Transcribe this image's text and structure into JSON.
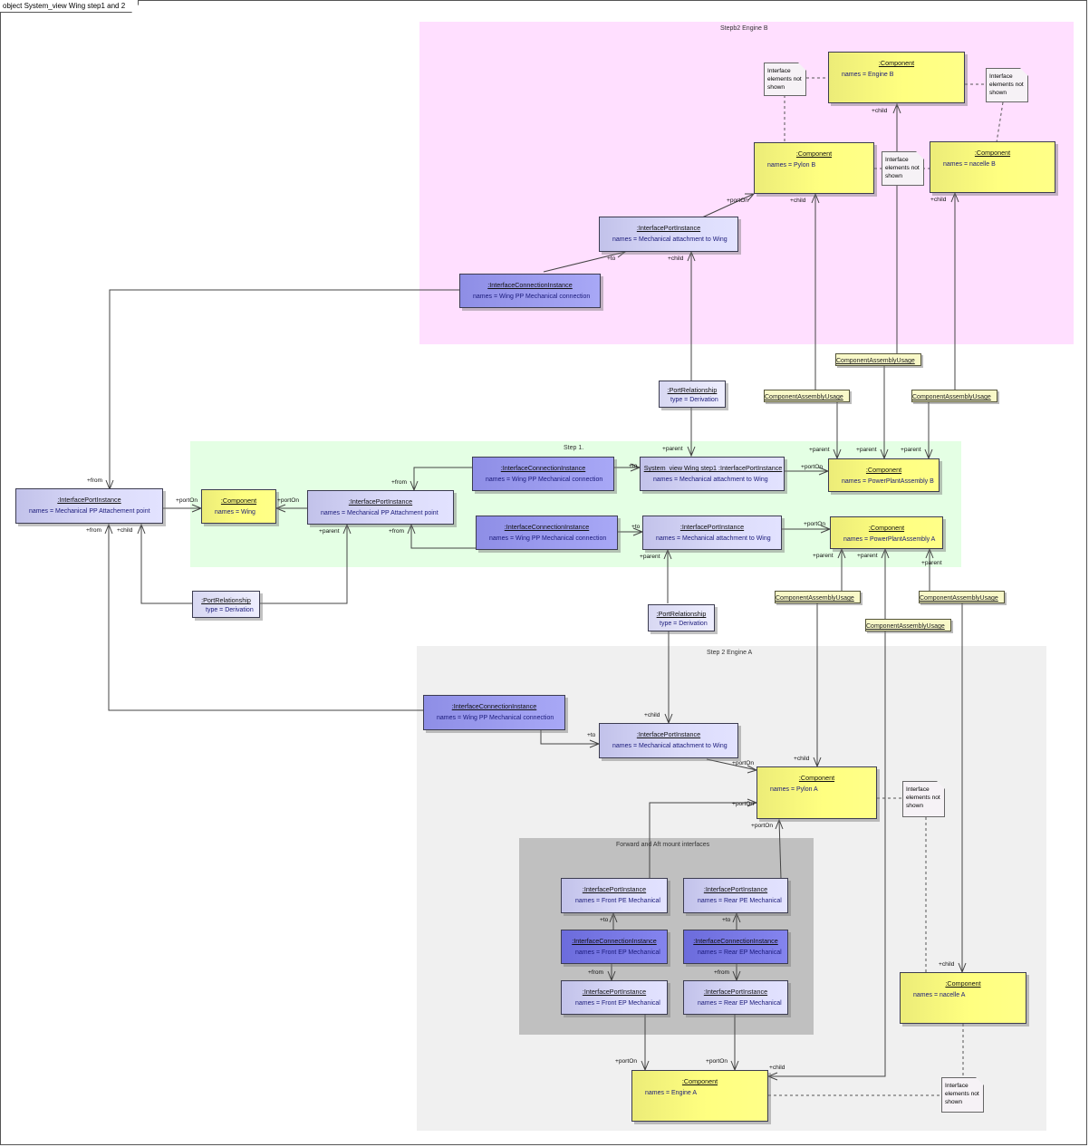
{
  "frame": {
    "title": "object System_view Wing step1 and 2"
  },
  "regions": {
    "engine_b": {
      "title": "Stepb2 Engine B",
      "color": "#ffdfff"
    },
    "step1": {
      "title": "Step 1.",
      "color": "#e4ffe4"
    },
    "engine_a": {
      "title": "Step 2 Engine A",
      "color": "#f0f0f0"
    },
    "mounts": {
      "title": "Forward and Aft mount interfaces",
      "color": "#c0c0c0"
    }
  },
  "nodes": {
    "comp_engine_b": {
      "title": ":Component",
      "attr": "names = Engine B"
    },
    "comp_pylon_b": {
      "title": ":Component",
      "attr": "names = Pylon B"
    },
    "comp_nacelle_b": {
      "title": ":Component",
      "attr": "names = nacelle B"
    },
    "port_mech_attach_b": {
      "title": ":InterfacePortInstance",
      "attr": "names = Mechanical attachment to Wing"
    },
    "conn_wing_pp_b": {
      "title": ":InterfaceConnectionInstance",
      "attr": "names = Wing PP Mechanical connection"
    },
    "rel_derivation_b": {
      "title": ":PortRelationship",
      "attr": "type = Derivation"
    },
    "port_mech_pp_left": {
      "title": ":InterfacePortInstance",
      "attr": "names = Mechanical PP Attachement point"
    },
    "comp_wing": {
      "title": ":Component",
      "attr": "names = Wing"
    },
    "port_mech_pp_step1": {
      "title": ":InterfacePortInstance",
      "attr": "names = Mechanical PP Attachment point"
    },
    "conn_wing_pp_step1_top": {
      "title": ":InterfaceConnectionInstance",
      "attr": "names = Wing PP Mechanical connection"
    },
    "port_step1_top": {
      "title": "System_view Wing step1 :InterfacePortInstance",
      "attr": "names = Mechanical attachment to Wing"
    },
    "comp_ppa_b": {
      "title": ":Component",
      "attr": "names = PowerPlantAssembly B"
    },
    "conn_wing_pp_step1_bottom": {
      "title": ":InterfaceConnectionInstance",
      "attr": "names = Wing PP Mechanical connection"
    },
    "port_step1_bottom": {
      "title": ":InterfacePortInstance",
      "attr": "names = Mechanical attachment to Wing"
    },
    "comp_ppa_a": {
      "title": ":Component",
      "attr": "names = PowerPlantAssembly A"
    },
    "rel_derivation_left": {
      "title": ":PortRelationship",
      "attr": "type = Derivation"
    },
    "rel_derivation_a": {
      "title": ":PortRelationship",
      "attr": "type = Derivation"
    },
    "conn_wing_pp_a": {
      "title": ":InterfaceConnectionInstance",
      "attr": "names = Wing PP Mechanical connection"
    },
    "port_mech_attach_a": {
      "title": ":InterfacePortInstance",
      "attr": "names = Mechanical attachment to Wing"
    },
    "comp_pylon_a": {
      "title": ":Component",
      "attr": "names = Pylon A"
    },
    "port_front_pe": {
      "title": ":InterfacePortInstance",
      "attr": "names = Front PE Mechanical"
    },
    "port_rear_pe": {
      "title": ":InterfacePortInstance",
      "attr": "names = Rear PE Mechanical"
    },
    "conn_front_ep": {
      "title": ":InterfaceConnectionInstance",
      "attr": "names = Front EP Mechanical"
    },
    "conn_rear_ep": {
      "title": ":InterfaceConnectionInstance",
      "attr": "names = Rear EP Mechanical"
    },
    "port_front_ep": {
      "title": ":InterfacePortInstance",
      "attr": "names = Front EP Mechanical"
    },
    "port_rear_ep": {
      "title": ":InterfacePortInstance",
      "attr": "names = Rear EP Mechanical"
    },
    "comp_nacelle_a": {
      "title": ":Component",
      "attr": "names = nacelle A"
    },
    "comp_engine_a": {
      "title": ":Component",
      "attr": "names = Engine A"
    }
  },
  "usages": {
    "label": "ComponentAssemblyUsage"
  },
  "notes": {
    "text_line1": "Interface",
    "text_line2": "elements not",
    "text_line3": "shown"
  },
  "roles": {
    "to": "+to",
    "from": "+from",
    "child": "+child",
    "parent": "+parent",
    "portOn": "+portOn"
  }
}
